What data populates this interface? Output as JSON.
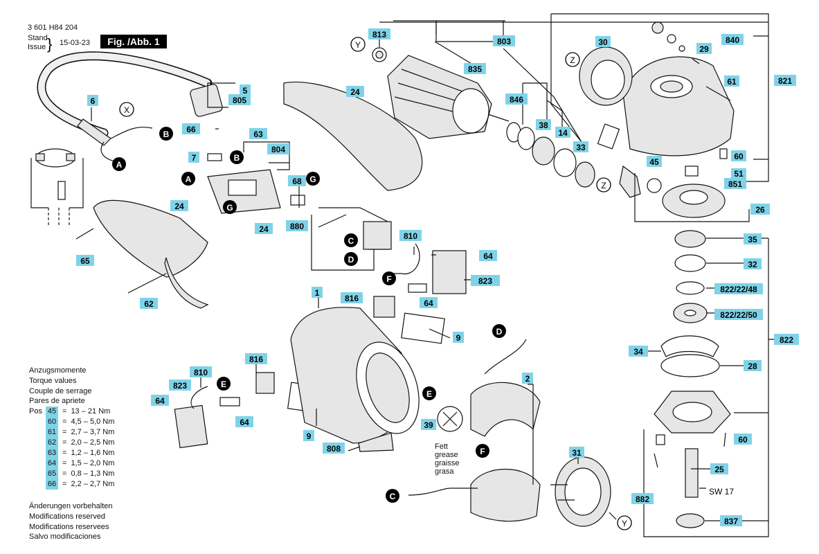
{
  "header": {
    "doc_number": "3 601 H84 204",
    "stand_line1": "Stand",
    "stand_line2": "Issue",
    "date": "15-03-23",
    "figure_label": "Fig. /Abb. 1"
  },
  "torque": {
    "heading_de": "Anzugsmomente",
    "heading_en": "Torque values",
    "heading_fr": "Couple de serrage",
    "heading_es": "Pares de apriete",
    "pos_label": "Pos",
    "rows": [
      {
        "pos": "45",
        "value": "13 – 21 Nm"
      },
      {
        "pos": "60",
        "value": "4,5 – 5,0 Nm"
      },
      {
        "pos": "61",
        "value": "2,7 – 3,7 Nm"
      },
      {
        "pos": "62",
        "value": "2,0 – 2,5 Nm"
      },
      {
        "pos": "63",
        "value": "1,2 – 1,6 Nm"
      },
      {
        "pos": "64",
        "value": "1,5 – 2,0 Nm"
      },
      {
        "pos": "65",
        "value": "0,8 – 1,3 Nm"
      },
      {
        "pos": "66",
        "value": "2,2 – 2,7 Nm"
      }
    ]
  },
  "notes": {
    "de": "Änderungen vorbehalten",
    "en": "Modifications reserved",
    "fr": "Modifications reservees",
    "es": "Salvo modificaciones"
  },
  "grease": [
    "Fett",
    "grease",
    "graisse",
    "grasa"
  ],
  "sw_label": "SW 17",
  "part_labels": {
    "p813": "813",
    "p803": "803",
    "p835": "835",
    "p846": "846",
    "p38": "38",
    "p14": "14",
    "p33": "33",
    "p30": "30",
    "p840": "840",
    "p29": "29",
    "p821": "821",
    "p61": "61",
    "p60a": "60",
    "p51": "51",
    "p851": "851",
    "p45": "45",
    "p26": "26",
    "p35": "35",
    "p32": "32",
    "p822_48": "822/22/48",
    "p822_50": "822/22/50",
    "p822": "822",
    "p34": "34",
    "p28": "28",
    "p60b": "60",
    "p25": "25",
    "p882": "882",
    "p837": "837",
    "p5": "5",
    "p805": "805",
    "p6": "6",
    "p66": "66",
    "p63": "63",
    "p7": "7",
    "p804": "804",
    "p68": "68",
    "p24a": "24",
    "p24b": "24",
    "p24c": "24",
    "p880": "880",
    "p65": "65",
    "p62": "62",
    "p810a": "810",
    "p64a": "64",
    "p823a": "823",
    "p816a": "816",
    "p64b": "64",
    "p1": "1",
    "p9a": "9",
    "p2": "2",
    "p810b": "810",
    "p816b": "816",
    "p823b": "823",
    "p64c": "64",
    "p64d": "64",
    "p9b": "9",
    "p39": "39",
    "p808": "808",
    "p31": "31"
  },
  "markers": {
    "A": "A",
    "B": "B",
    "C": "C",
    "D": "D",
    "E": "E",
    "F": "F",
    "G": "G",
    "X": "X",
    "Y": "Y",
    "Z": "Z"
  }
}
